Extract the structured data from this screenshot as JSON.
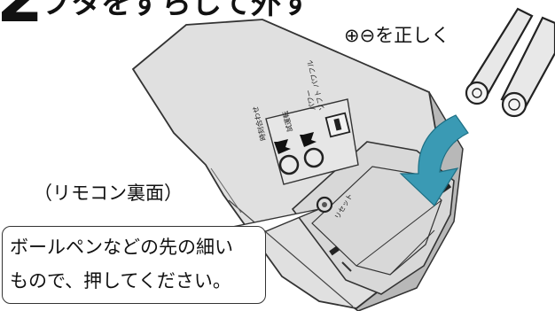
{
  "heading": {
    "step_number": "2",
    "text_fragment": "フタをずらして外す"
  },
  "labels": {
    "polarity": "⊕⊖を正しく",
    "rear_side": "（リモコン裏面）"
  },
  "callout": {
    "line1": "ボールペンなどの先の細い",
    "line2": "もので、押してください。"
  },
  "remote_markings": {
    "button1": "時刻合わせ",
    "button2": "試運転",
    "switch_top": "パワー",
    "switch_sub": "ソフト パワフル",
    "reset": "リセット"
  },
  "colors": {
    "arrow": "#3a9ab4",
    "remote_body": "#e0e0e0",
    "remote_shadow": "#b8b8b8",
    "battery": "#e8e8e8"
  }
}
